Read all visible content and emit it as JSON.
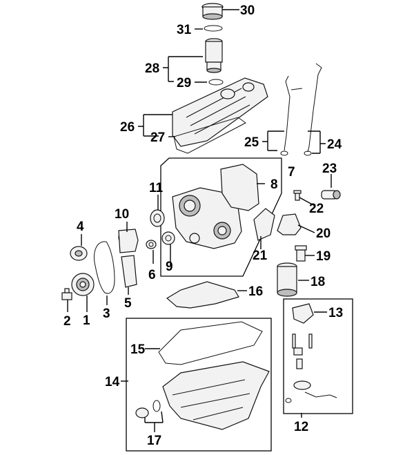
{
  "callouts": {
    "c1": "1",
    "c2": "2",
    "c3": "3",
    "c4": "4",
    "c5": "5",
    "c6": "6",
    "c7": "7",
    "c8": "8",
    "c9": "9",
    "c10": "10",
    "c11": "11",
    "c12": "12",
    "c13": "13",
    "c14": "14",
    "c15": "15",
    "c16": "16",
    "c17": "17",
    "c18": "18",
    "c19": "19",
    "c20": "20",
    "c21": "21",
    "c22": "22",
    "c23": "23",
    "c24": "24",
    "c25": "25",
    "c26": "26",
    "c27": "27",
    "c28": "28",
    "c29": "29",
    "c30": "30",
    "c31": "31"
  }
}
